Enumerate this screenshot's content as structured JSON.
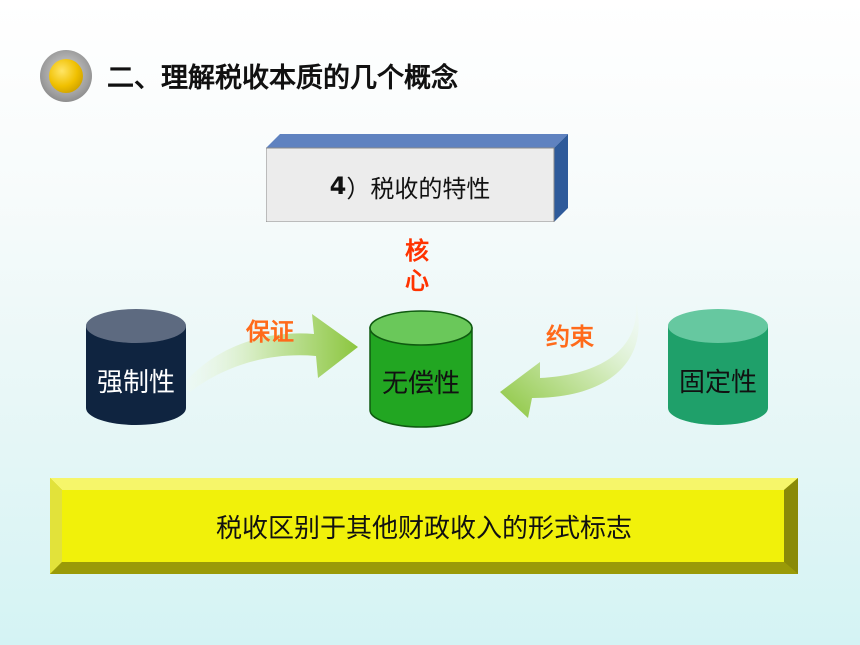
{
  "title": "二、理解税收本质的几个概念",
  "subtitle_number": "4",
  "subtitle_text": "）税收的特性",
  "core_label": "核心",
  "nodes": {
    "left": "强制性",
    "center": "无偿性",
    "right": "固定性"
  },
  "arrows": {
    "left": "保证",
    "right": "约束"
  },
  "conclusion": "税收区别于其他财政收入的形式标志",
  "colors": {
    "left_cylinder": "#0f2440",
    "center_cylinder": "#22a622",
    "right_cylinder": "#1fa06a",
    "title_box": "#ececec",
    "box_side": "#2e5a9a",
    "conclusion_box": "#f1f10a",
    "accent_orange": "#ff6a1a",
    "accent_red": "#ff3300"
  }
}
